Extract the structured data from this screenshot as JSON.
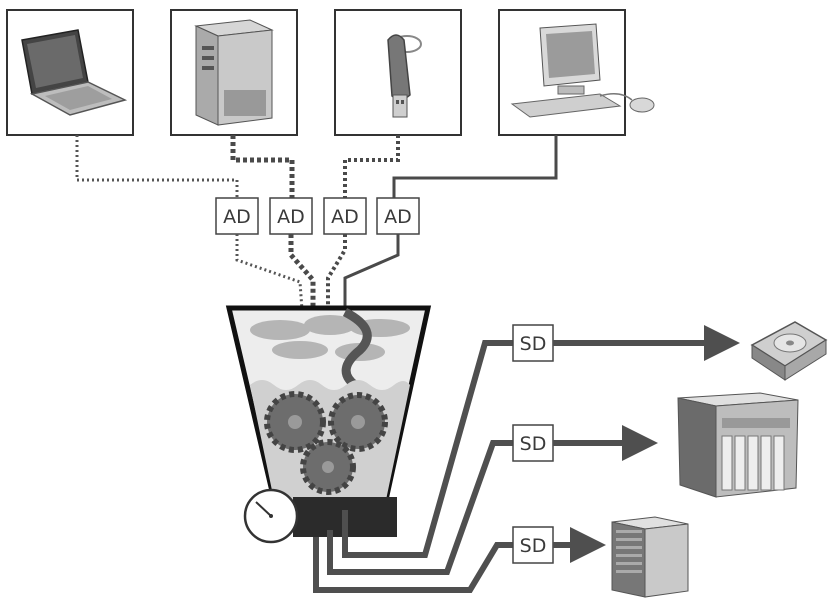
{
  "sources": [
    {
      "name": "laptop",
      "adapter_label": "AD"
    },
    {
      "name": "tower-pc",
      "adapter_label": "AD"
    },
    {
      "name": "usb-drive",
      "adapter_label": "AD"
    },
    {
      "name": "desktop-computer",
      "adapter_label": "AD"
    }
  ],
  "destinations": [
    {
      "name": "hard-drive",
      "adapter_label": "SD"
    },
    {
      "name": "nas-storage",
      "adapter_label": "SD"
    },
    {
      "name": "server",
      "adapter_label": "SD"
    }
  ],
  "colors": {
    "line": "#4f4f4f",
    "box_border": "#3a3a3a",
    "gear": "#6d6d6d",
    "funnel_fill": "#e4e4e4"
  },
  "icons": [
    "laptop-icon",
    "tower-pc-icon",
    "usb-drive-icon",
    "desktop-computer-icon",
    "gauge-icon",
    "gear-icon",
    "hard-drive-icon",
    "nas-icon",
    "server-icon"
  ]
}
